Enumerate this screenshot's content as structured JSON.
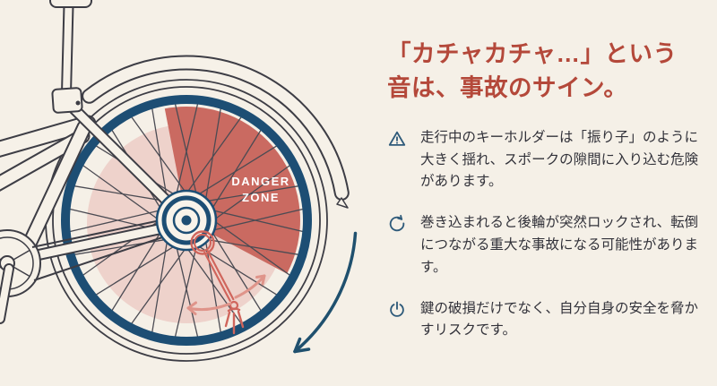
{
  "illustration": {
    "danger_zone_line1": "DANGER",
    "danger_zone_line2": "ZONE"
  },
  "content": {
    "title_line1": "「カチャカチャ…」という",
    "title_line2": "音は、事故のサイン。",
    "bullets": [
      {
        "icon": "warning-triangle-icon",
        "text": "走行中のキーホルダーは「振り子」のように大きく揺れ、スポークの隙間に入り込む危険があります。"
      },
      {
        "icon": "rotation-arrow-icon",
        "text": "巻き込まれると後輪が突然ロックされ、転倒につながる重大な事故になる可能性があります。"
      },
      {
        "icon": "power-icon",
        "text": "鍵の破損だけでなく、自分自身の安全を脅かすリスクです。"
      }
    ]
  },
  "colors": {
    "background": "#f5f0e7",
    "title_red": "#b4483a",
    "body_text": "#32323a",
    "icon_navy": "#2e5a7a",
    "rim_navy": "#1d4e74",
    "danger_red": "#ca6a61",
    "danger_pink": "#eed2cb",
    "key_salmon": "#d0655c",
    "swing_arrow_salmon": "#df948a",
    "frame_outline": "#3d3d45",
    "danger_label_white": "#ffffff"
  }
}
